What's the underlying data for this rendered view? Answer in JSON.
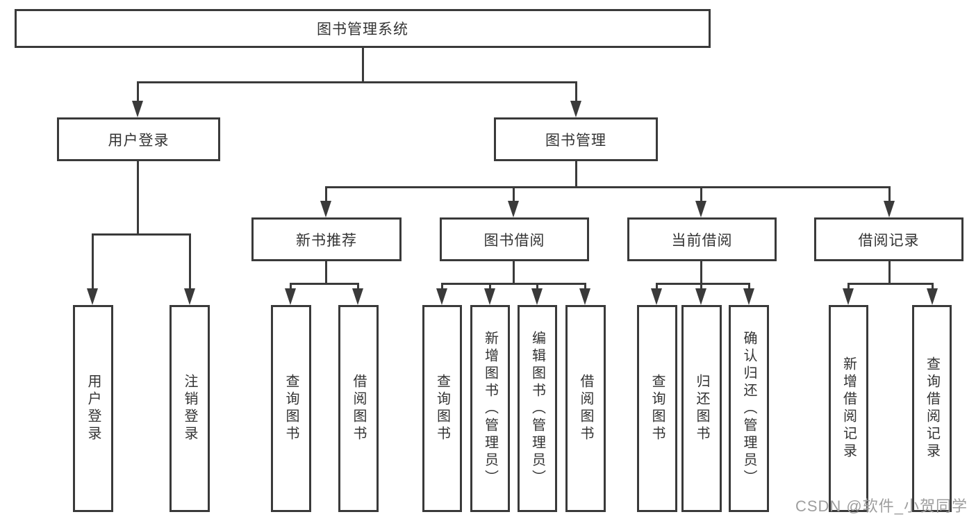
{
  "diagram": {
    "root": {
      "label": "图书管理系统"
    },
    "level1": [
      {
        "label": "用户登录"
      },
      {
        "label": "图书管理"
      }
    ],
    "level2": [
      {
        "label": "新书推荐"
      },
      {
        "label": "图书借阅"
      },
      {
        "label": "当前借阅"
      },
      {
        "label": "借阅记录"
      }
    ],
    "leaves": {
      "user_login": [
        "用户登录",
        "注销登录"
      ],
      "new_book": [
        "查询图书",
        "借阅图书"
      ],
      "book_borrow": [
        "查询图书",
        "新增图书（管理员）",
        "编辑图书（管理员）",
        "借阅图书"
      ],
      "current_borrow": [
        "查询图书",
        "归还图书",
        "确认归还（管理员）"
      ],
      "borrow_record": [
        "新增借阅记录",
        "查询借阅记录"
      ]
    }
  },
  "watermark": {
    "text": "CSDN @软件_小贺同学"
  },
  "colors": {
    "line": "#3a3a3a",
    "text": "#333333",
    "watermark": "#9e9e9e",
    "background": "#ffffff"
  }
}
